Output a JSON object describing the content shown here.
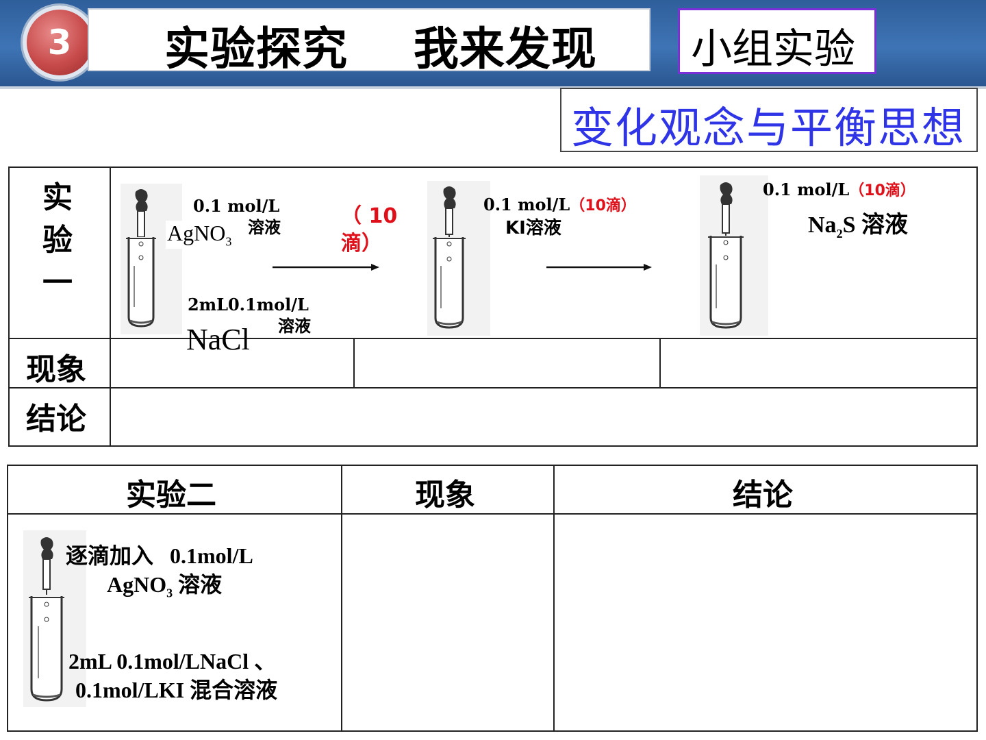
{
  "header": {
    "number": "3",
    "title": "实验探究    我来发现",
    "tag": "小组实验",
    "concept": "变化观念与平衡思想"
  },
  "table1": {
    "row_label_exp": [
      "实",
      "验",
      "一"
    ],
    "row_label_phenomenon": "现象",
    "row_label_conclusion": "结论",
    "step1": {
      "reagent_conc": "0.1 mol/L",
      "reagent_solution": "溶液",
      "reagent_name": "AgNO",
      "reagent_sub": "3",
      "drops": [
        "（ 10",
        "滴）"
      ],
      "base_conc": "2mL0.1mol/L",
      "base_solution": "溶液",
      "base_name": "NaCl"
    },
    "step2": {
      "reagent_conc": "0.1 mol/L",
      "drops": "（10滴）",
      "reagent_solution": "KI溶液"
    },
    "step3": {
      "reagent_conc": "0.1 mol/L",
      "drops": "（10滴）",
      "reagent_name_a": "Na",
      "reagent_sub": "2",
      "reagent_name_b": "S 溶液"
    }
  },
  "table2": {
    "headers": [
      "实验二",
      "现象",
      "结论"
    ],
    "line1a": "逐滴加入",
    "line1b": "0.1mol/L",
    "line2a": "AgNO",
    "line2sub": "3",
    "line2b": " 溶液",
    "line3": "2mL 0.1mol/LNaCl 、",
    "line4": "0.1mol/LKI 混合溶液"
  }
}
